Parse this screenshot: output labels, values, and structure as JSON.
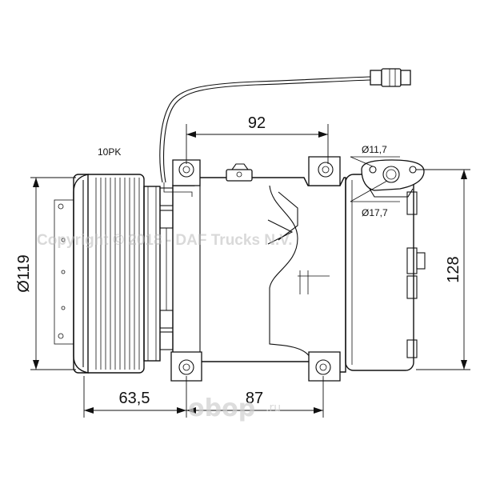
{
  "dimensions": {
    "top_width": "92",
    "bottom_left": "63,5",
    "bottom_right": "87",
    "height_left": "Ø119",
    "height_right": "128"
  },
  "labels": {
    "belt": "10PK",
    "port_small": "Ø11,7",
    "port_large": "Ø17,7"
  },
  "watermark": {
    "copyright": "Copyright © 2018 - DAF Trucks N.V.",
    "logo": "obop",
    "logo_suffix": ".ru"
  }
}
